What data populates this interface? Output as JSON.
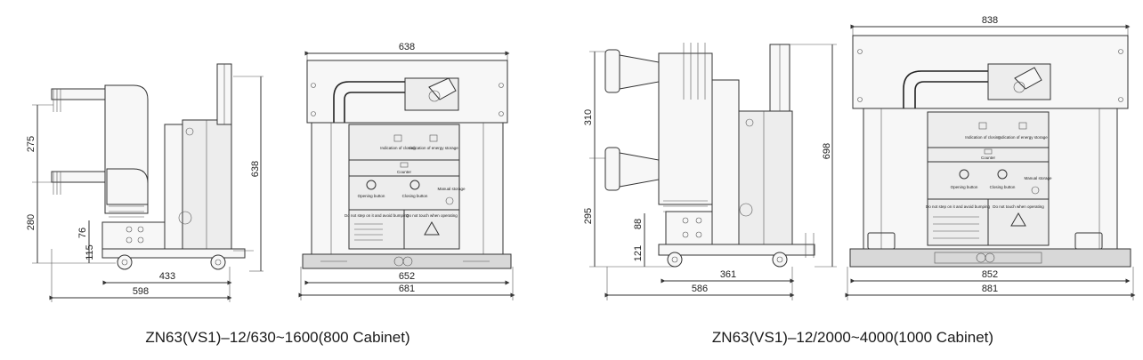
{
  "diagrams": [
    {
      "caption": "ZN63(VS1)–12/630~1600(800 Cabinet)",
      "side_view": {
        "dims": {
          "upper": "275",
          "lower": "280",
          "small_a": "76",
          "small_b": "115",
          "height": "638",
          "base": "433",
          "total": "598"
        }
      },
      "front_view": {
        "dims": {
          "top": "638",
          "bottom_inner": "652",
          "bottom_outer": "681"
        }
      }
    },
    {
      "caption": "ZN63(VS1)–12/2000~4000(1000 Cabinet)",
      "side_view": {
        "dims": {
          "upper": "310",
          "lower": "295",
          "small_a": "88",
          "small_b": "121",
          "height": "698",
          "base": "361",
          "total": "586"
        }
      },
      "front_view": {
        "dims": {
          "top": "838",
          "bottom_inner": "852",
          "bottom_outer": "881"
        }
      }
    }
  ],
  "panel_text": {
    "ind_closing": "Indication of closing",
    "ind_energy": "Indication of energy storage",
    "counter": "Counter",
    "opening": "Opening button",
    "closing": "Closing button",
    "manual": "Manual storage",
    "warning_left": "Do not step on it and avoid bumping",
    "warning_right": "Do not touch when operating"
  }
}
